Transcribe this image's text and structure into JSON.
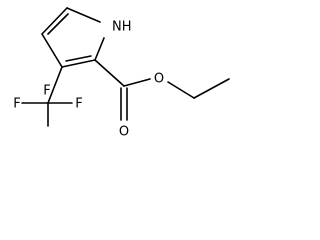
{
  "structure": {
    "atoms": {
      "nh": "NH",
      "f_top": "F",
      "f_left": "F",
      "f_right": "F",
      "o_carbonyl": "O",
      "o_ester": "O"
    },
    "colors": {
      "bond": "#000000",
      "label": "#000000",
      "background": "#ffffff"
    }
  }
}
